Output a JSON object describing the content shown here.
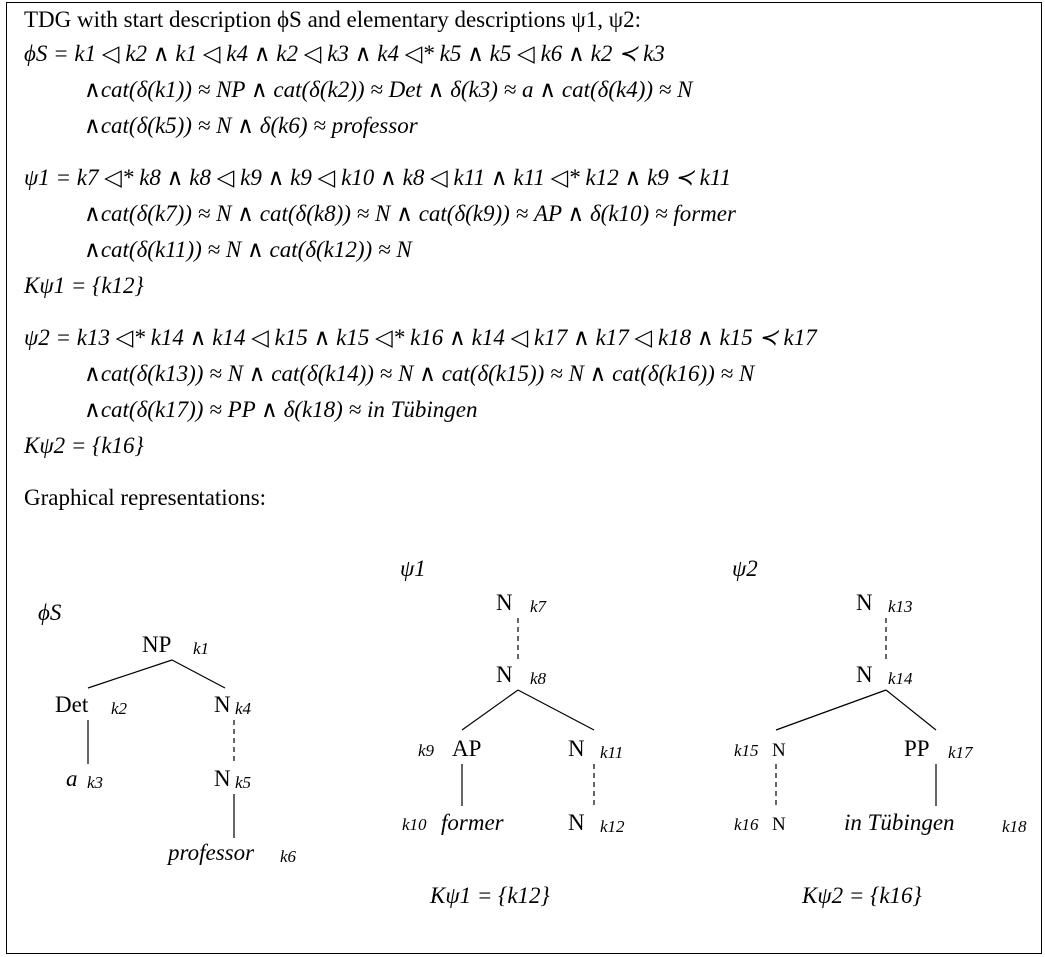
{
  "intro": "TDG with start description ϕS and elementary descriptions ψ1, ψ2:",
  "phi_s": [
    "ϕS = k1 ◁ k2 ∧ k1 ◁ k4 ∧ k2 ◁ k3 ∧ k4 ◁* k5 ∧ k5 ◁ k6 ∧ k2 ≺ k3",
    "∧cat(δ(k1)) ≈ NP ∧ cat(δ(k2)) ≈ Det ∧ δ(k3) ≈ a ∧ cat(δ(k4)) ≈ N",
    "∧cat(δ(k5)) ≈ N ∧ δ(k6) ≈ professor"
  ],
  "psi_1": [
    "ψ1 = k7 ◁* k8 ∧ k8 ◁ k9 ∧ k9 ◁ k10 ∧ k8 ◁ k11 ∧ k11 ◁* k12 ∧ k9 ≺ k11",
    "∧cat(δ(k7)) ≈ N ∧ cat(δ(k8)) ≈ N ∧ cat(δ(k9)) ≈ AP ∧ δ(k10) ≈ former",
    "∧cat(δ(k11)) ≈ N ∧ cat(δ(k12)) ≈ N"
  ],
  "k_psi1": "Kψ1 = {k12}",
  "psi_2": [
    "ψ2 = k13 ◁* k14 ∧ k14 ◁ k15 ∧ k15 ◁* k16 ∧ k14 ◁ k17 ∧ k17 ◁ k18 ∧ k15 ≺ k17",
    "∧cat(δ(k13)) ≈ N ∧ cat(δ(k14)) ≈ N ∧ cat(δ(k15)) ≈ N ∧ cat(δ(k16)) ≈ N",
    "∧cat(δ(k17)) ≈ PP ∧ δ(k18) ≈ in Tübingen"
  ],
  "k_psi2": "Kψ2 = {k16}",
  "graphical_heading": "Graphical representations:",
  "trees": {
    "phi_s": {
      "label": "ϕS",
      "nodes": [
        {
          "cat": "NP",
          "key": "k1"
        },
        {
          "cat": "Det",
          "key": "k2"
        },
        {
          "cat": "N",
          "key": "k4"
        },
        {
          "cat": "a",
          "key": "k3"
        },
        {
          "cat": "N",
          "key": "k5"
        },
        {
          "cat": "professor",
          "key": "k6"
        }
      ]
    },
    "psi_1": {
      "label": "ψ1",
      "nodes": [
        {
          "cat": "N",
          "key": "k7"
        },
        {
          "cat": "N",
          "key": "k8"
        },
        {
          "cat": "AP",
          "key": "k9"
        },
        {
          "cat": "N",
          "key": "k11"
        },
        {
          "cat": "former",
          "key": "k10"
        },
        {
          "cat": "N",
          "key": "k12"
        }
      ],
      "caption": "Kψ1 = {k12}"
    },
    "psi_2": {
      "label": "ψ2",
      "nodes": [
        {
          "cat": "N",
          "key": "k13"
        },
        {
          "cat": "N",
          "key": "k14"
        },
        {
          "cat": "N",
          "key": "k15"
        },
        {
          "cat": "PP",
          "key": "k17"
        },
        {
          "cat": "N",
          "key": "k16"
        },
        {
          "cat": "in Tübingen",
          "key": "k18"
        }
      ],
      "caption": "Kψ2 = {k16}"
    }
  }
}
